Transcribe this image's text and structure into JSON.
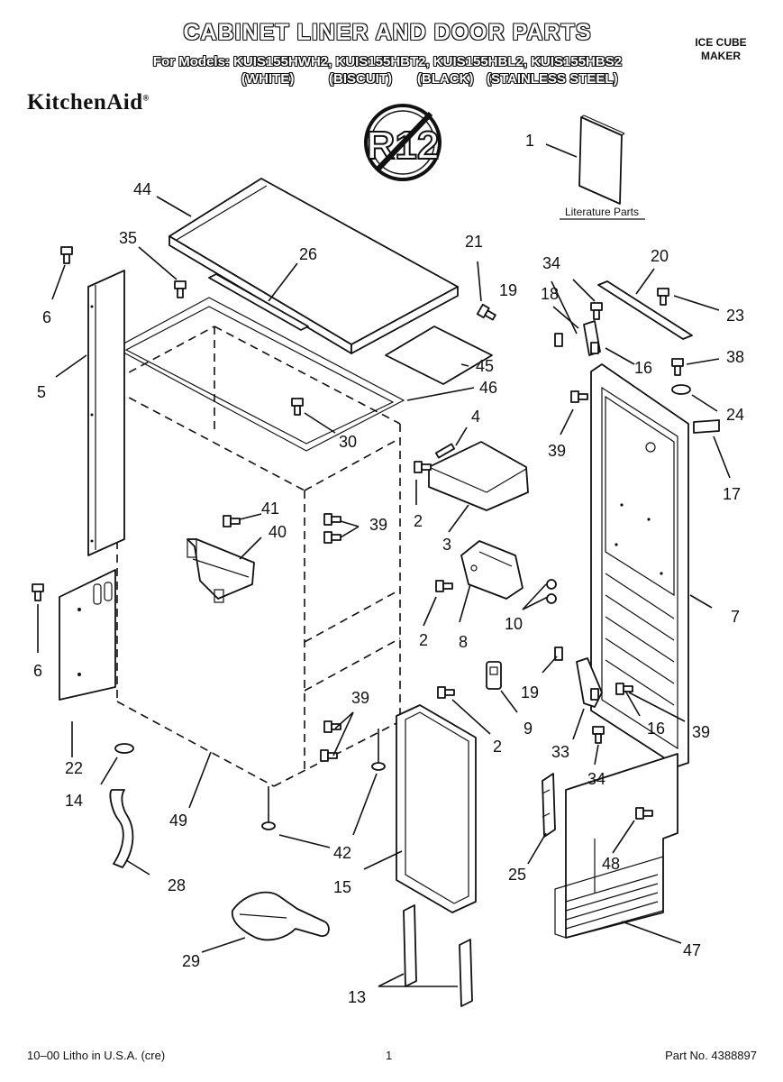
{
  "header": {
    "title": "CABINET LINER AND DOOR PARTS",
    "models_line": "For Models: KUIS155HWH2, KUIS155HBT2, KUIS155HBL2, KUIS155HBS2",
    "colors": [
      "(WHITE)",
      "(BISCUIT)",
      "(BLACK)",
      "(STAINLESS STEEL)"
    ],
    "product_type_line1": "ICE CUBE",
    "product_type_line2": "MAKER"
  },
  "brand": {
    "name": "KitchenAid",
    "mark": "®"
  },
  "badge": {
    "text": "R12"
  },
  "literature_label": "Literature Parts",
  "callouts": {
    "c1": "1",
    "c2a": "2",
    "c2b": "2",
    "c2c": "2",
    "c3": "3",
    "c4": "4",
    "c5": "5",
    "c6a": "6",
    "c6b": "6",
    "c7": "7",
    "c8": "8",
    "c9": "9",
    "c10": "10",
    "c13": "13",
    "c14": "14",
    "c15": "15",
    "c16a": "16",
    "c16b": "16",
    "c17": "17",
    "c18": "18",
    "c19a": "19",
    "c19b": "19",
    "c20": "20",
    "c21": "21",
    "c22": "22",
    "c23": "23",
    "c24": "24",
    "c25": "25",
    "c26": "26",
    "c28": "28",
    "c29": "29",
    "c30": "30",
    "c33": "33",
    "c34a": "34",
    "c34b": "34",
    "c35": "35",
    "c38": "38",
    "c39a": "39",
    "c39b": "39",
    "c39c": "39",
    "c39d": "39",
    "c40": "40",
    "c41": "41",
    "c42": "42",
    "c44": "44",
    "c45": "45",
    "c46": "46",
    "c47": "47",
    "c48": "48",
    "c49": "49"
  },
  "footer": {
    "litho": "10–00 Litho in U.S.A. (cre)",
    "page": "1",
    "part_no": "Part No. 4388897"
  }
}
